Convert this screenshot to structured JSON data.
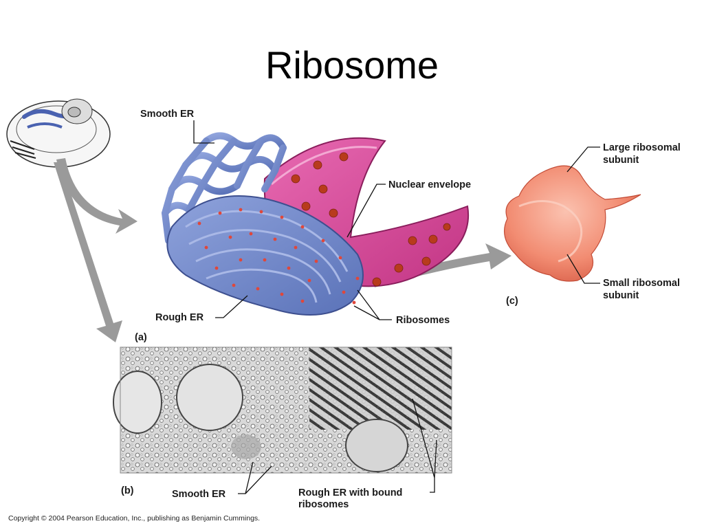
{
  "slide": {
    "title": "Ribosome",
    "copyright": "Copyright © 2004 Pearson Education, Inc., publishing as Benjamin Cummings."
  },
  "diagram": {
    "panel_a": {
      "tag": "(a)",
      "labels": {
        "smooth_er": "Smooth ER",
        "nuclear_envelope": "Nuclear envelope",
        "rough_er": "Rough ER",
        "ribosomes": "Ribosomes"
      }
    },
    "panel_b": {
      "tag": "(b)",
      "labels": {
        "smooth_er": "Smooth ER",
        "rough_er_line1": "Rough ER with bound",
        "rough_er_line2": "ribosomes"
      }
    },
    "panel_c": {
      "tag": "(c)",
      "labels": {
        "large_line1": "Large ribosomal",
        "large_line2": "subunit",
        "small_line1": "Small ribosomal",
        "small_line2": "subunit"
      }
    },
    "colors": {
      "er_blue": "#6f86c9",
      "nucleus_pink": "#d8449a",
      "ribosome_red": "#e04a3a",
      "subunit_salmon": "#f08a72",
      "arrow_gray": "#9a9a9a"
    }
  }
}
